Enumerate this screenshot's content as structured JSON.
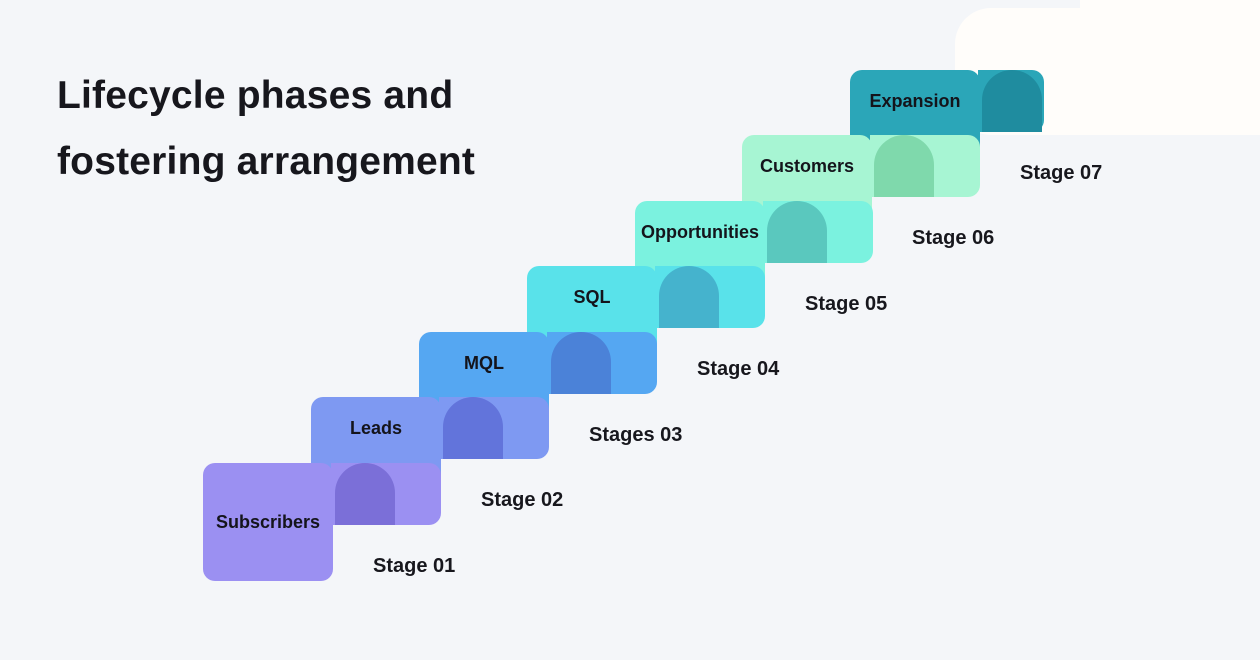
{
  "title": {
    "line1": "Lifecycle phases and",
    "line2": "fostering arrangement"
  },
  "background_color": "#f4f6f9",
  "decor_color": "#fffdfa",
  "text_color": "#17171d",
  "steps": [
    {
      "label": "Subscribers",
      "stage": "Stage 01",
      "color": "#9B90F2",
      "arch_color": "#7B6FD8"
    },
    {
      "label": "Leads",
      "stage": "Stage 02",
      "color": "#7E99F2",
      "arch_color": "#6274DB"
    },
    {
      "label": "MQL",
      "stage": "Stages 03",
      "color": "#55A7F2",
      "arch_color": "#4B82D8"
    },
    {
      "label": "SQL",
      "stage": "Stage 04",
      "color": "#59E2EA",
      "arch_color": "#45B3CD"
    },
    {
      "label": "Opportunities",
      "stage": "Stage 05",
      "color": "#7BF2DF",
      "arch_color": "#5AC8BE"
    },
    {
      "label": "Customers",
      "stage": "Stage 06",
      "color": "#A7F5D3",
      "arch_color": "#7FD9AC"
    },
    {
      "label": "Expansion",
      "stage": "Stage 07",
      "color": "#2BA6B8",
      "arch_color": "#1F8C9F"
    }
  ]
}
